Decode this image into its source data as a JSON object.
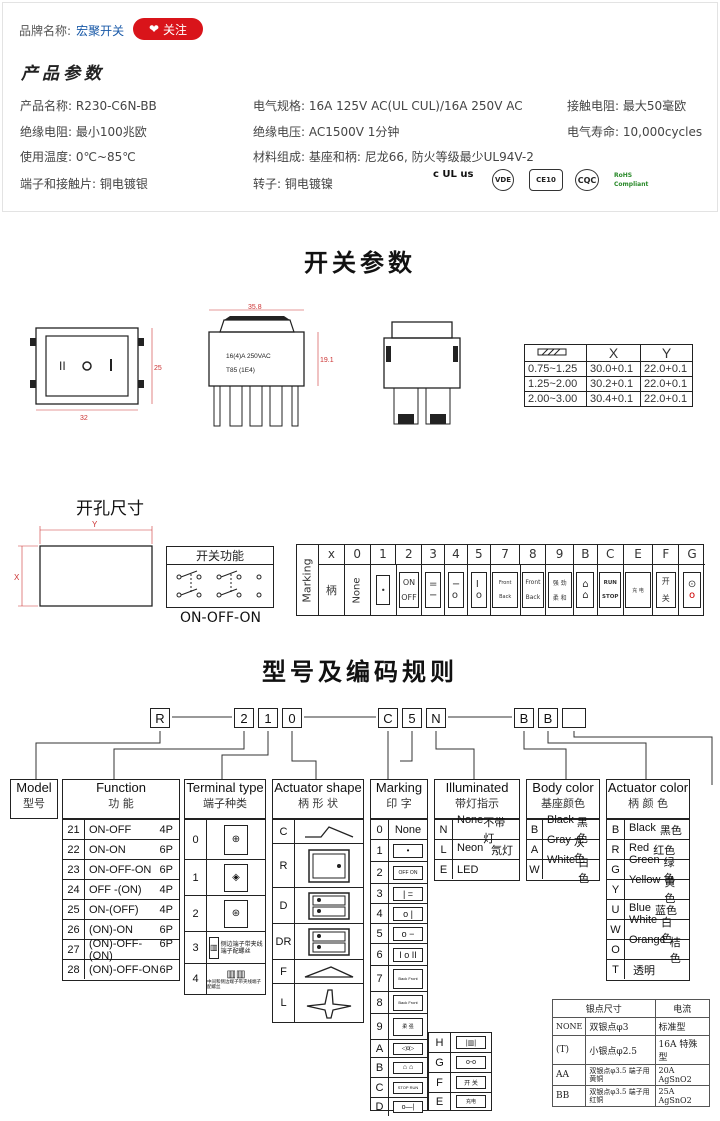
{
  "brand": {
    "label": "品牌名称:",
    "name": "宏聚开关",
    "follow_label": "关注"
  },
  "params_title": "产品参数",
  "params": {
    "name": "产品名称: R230-C6N-BB",
    "electric": "电气规格: 16A  125V  AC(UL CUL)/16A 250V  AC",
    "contact_res": "接触电阻: 最大50毫欧",
    "insulation_res": "绝缘电阻: 最小100兆欧",
    "insulation_volt": "绝缘电压: AC1500V 1分钟",
    "life": "电气寿命: 10,000cycles",
    "temp": "使用温度: 0℃~85℃",
    "material": "材料组成: 基座和柄: 尼龙66, 防火等级最少UL94V-2",
    "terminal": "端子和接触片: 铜电镀银",
    "rotor": "转子: 铜电镀镍"
  },
  "certs": [
    "c UL us",
    "VDE",
    "CE10",
    "CQC",
    "RoHS Compliant"
  ],
  "switch_params_title": "开关参数",
  "dims": {
    "front_w": "32",
    "front_h": "25",
    "side_w": "35.8",
    "side_h": "19.1",
    "rating_text_1": "16(4)A 250VAC",
    "rating_text_2": "T85  (1E4)",
    "size_table": {
      "headers": [
        "",
        "X",
        "Y"
      ],
      "rows": [
        [
          "0.75~1.25",
          "30.0+0.1",
          "22.0+0.1"
        ],
        [
          "1.25~2.00",
          "30.2+0.1",
          "22.0+0.1"
        ],
        [
          "2.00~3.00",
          "30.4+0.1",
          "22.0+0.1"
        ]
      ]
    }
  },
  "hole_title": "开孔尺寸",
  "hole_x": "X",
  "hole_y": "Y",
  "switch_function_title": "开关功能",
  "switch_function_label": "ON-OFF-ON",
  "marking_table": {
    "label": "Marking",
    "row_label": "柄",
    "codes": [
      "x",
      "0",
      "1",
      "2",
      "3",
      "4",
      "5",
      "7",
      "8",
      "9",
      "B",
      "C",
      "E",
      "F",
      "G"
    ],
    "none": "None",
    "on": "ON",
    "off": "OFF",
    "front": "Front",
    "back": "Back",
    "run": "RUN",
    "stop": "STOP",
    "strong": "强 劲",
    "soft": "柔 和",
    "charge": "充 电",
    "power_on": "开",
    "power_off": "关"
  },
  "coding_title": "型号及编码规则",
  "code_chars": [
    "R",
    "2",
    "1",
    "0",
    "C",
    "5",
    "N",
    "B",
    "B",
    ""
  ],
  "columns": {
    "model": {
      "en": "Model",
      "cn": "型号"
    },
    "function": {
      "en": "Function",
      "cn": "功  能",
      "items": [
        [
          "21",
          "ON-OFF",
          "4P"
        ],
        [
          "22",
          "ON-ON",
          "6P"
        ],
        [
          "23",
          "ON-OFF-ON",
          "6P"
        ],
        [
          "24",
          "OFF -(ON)",
          "4P"
        ],
        [
          "25",
          "ON-(OFF)",
          "4P"
        ],
        [
          "26",
          "(ON)-ON",
          "6P"
        ],
        [
          "27",
          "(ON)-OFF-(ON)",
          "6P"
        ],
        [
          "28",
          "(ON)-OFF-ON",
          "6P"
        ]
      ]
    },
    "terminal": {
      "en": "Terminal type",
      "cn": "端子种类",
      "items": [
        "0",
        "1",
        "2",
        "3",
        "4"
      ],
      "note_3": "侧边端子带夹线端子配螺丝",
      "note_4": "中间和侧边端子带夹线端子配螺丝"
    },
    "actuator": {
      "en": "Actuator shape",
      "cn": "柄 形 状",
      "items": [
        "C",
        "R",
        "D",
        "DR",
        "F",
        "L"
      ]
    },
    "marking": {
      "en": "Marking",
      "cn": "印  字",
      "items": [
        "0",
        "1",
        "2",
        "3",
        "4",
        "5",
        "6",
        "7",
        "8",
        "9",
        "A",
        "B",
        "C",
        "D"
      ],
      "none": "None",
      "extra": [
        "H",
        "G",
        "F",
        "E"
      ]
    },
    "illuminated": {
      "en": "Illuminated",
      "cn": "带灯指示",
      "items": [
        [
          "N",
          "None",
          "不带灯"
        ],
        [
          "L",
          "Neon",
          "氖灯"
        ],
        [
          "E",
          "LED",
          ""
        ]
      ]
    },
    "body_color": {
      "en": "Body color",
      "cn": "基座颜色",
      "items": [
        [
          "B",
          "Black",
          "黑色"
        ],
        [
          "A",
          "Gray",
          "灰色"
        ],
        [
          "W",
          "White",
          "白色"
        ]
      ]
    },
    "actuator_color": {
      "en": "Actuator color",
      "cn": "柄 颜 色",
      "items": [
        [
          "B",
          "Black",
          "黑色"
        ],
        [
          "R",
          "Red",
          "红色"
        ],
        [
          "G",
          "Green",
          "绿色"
        ],
        [
          "Y",
          "Yellow",
          "黄色"
        ],
        [
          "U",
          "Blue",
          "蓝色"
        ],
        [
          "W",
          "White",
          "白色"
        ],
        [
          "O",
          "Orange",
          "桔色"
        ],
        [
          "T",
          "",
          "透明"
        ]
      ]
    }
  },
  "current_table": {
    "headers": [
      "银点尺寸",
      "电流"
    ],
    "rows": [
      [
        "NONE",
        "双银点φ3",
        "标准型"
      ],
      [
        "(T)",
        "小银点φ2.5",
        "16A 特殊型"
      ],
      [
        "AA",
        "双银点φ3.5 端子用黄铜",
        "20A AgSnO2"
      ],
      [
        "BB",
        "双银点φ3.5 端子用红铜",
        "25A AgSnO2"
      ]
    ]
  }
}
